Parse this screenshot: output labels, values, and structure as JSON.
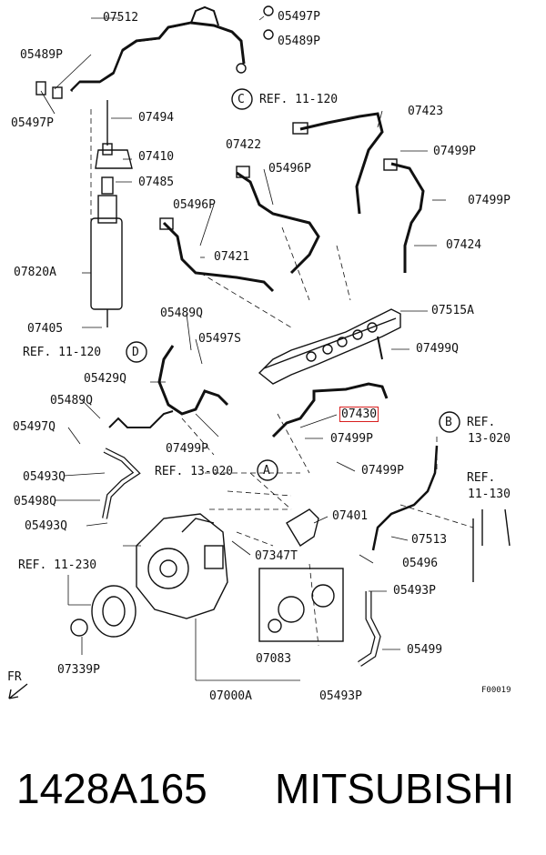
{
  "labels": {
    "p07512": "07512",
    "p05497P_a": "05497P",
    "p05489P_a": "05489P",
    "p05489P_b": "05489P",
    "p05497P_b": "05497P",
    "ref_c": "REF. 11-120",
    "p07494": "07494",
    "p07423": "07423",
    "p07410": "07410",
    "p07422": "07422",
    "p07499P_a": "07499P",
    "p07485": "07485",
    "p05496P_a": "05496P",
    "p05496P_b": "05496P",
    "p07499P_b": "07499P",
    "p07820A": "07820A",
    "p07424": "07424",
    "p07421": "07421",
    "p07515A": "07515A",
    "p07405": "07405",
    "p05489Q_a": "05489Q",
    "p05497S": "05497S",
    "ref_d": "REF. 11-120",
    "p07499Q_a": "07499Q",
    "p05429Q": "05429Q",
    "p07430": "07430",
    "p05489Q_b": "05489Q",
    "ref_b": "REF.",
    "ref_b2": "13-020",
    "p05497Q": "05497Q",
    "p07499P_c": "07499P",
    "p07499P_d": "07499P",
    "ref_a": "REF. 13-020",
    "p05493Q_a": "05493Q",
    "p07499P_e": "07499P",
    "ref_11130a": "REF.",
    "ref_11130b": "11-130",
    "p05498Q": "05498Q",
    "p07401": "07401",
    "p05493Q_b": "05493Q",
    "p07513": "07513",
    "p07347T": "07347T",
    "ref_11230": "REF. 11-230",
    "p05496": "05496",
    "p05493P_a": "05493P",
    "p05499": "05499",
    "p07339P": "07339P",
    "p07083": "07083",
    "p07000A": "07000A",
    "p05493P_b": "05493P",
    "fr": "FR",
    "fig_code": "F00019",
    "callout_a": "A",
    "callout_b": "B",
    "callout_c": "C",
    "callout_d": "D"
  },
  "caption": {
    "part_number": "1428A165",
    "brand": "MITSUBISHI"
  },
  "colors": {
    "highlight": "#d81e1e",
    "line": "#111111"
  }
}
